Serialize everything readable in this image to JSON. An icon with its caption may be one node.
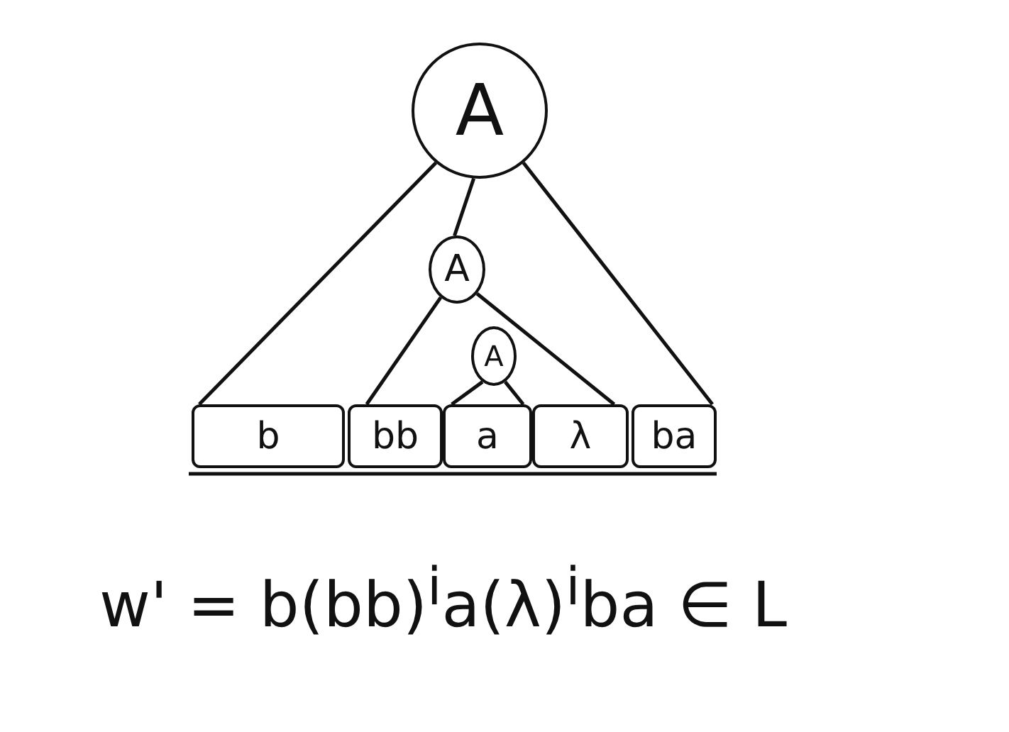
{
  "diagram": {
    "nodes": [
      {
        "text": [
          "A"
        ]
      },
      {
        "text": [
          "A"
        ]
      },
      {
        "text": [
          "A"
        ]
      },
      {
        "text": [
          "b"
        ]
      },
      {
        "text": [
          "bb"
        ]
      },
      {
        "text": [
          "a"
        ]
      },
      {
        "text": [
          "λ"
        ]
      },
      {
        "text": [
          "ba"
        ]
      }
    ],
    "edges": [
      {
        "from": 0,
        "to": 3,
        "arrow": "none"
      },
      {
        "from": 0,
        "to": 7,
        "arrow": "none"
      },
      {
        "from": 0,
        "to": 1,
        "arrow": "none"
      },
      {
        "from": 1,
        "to": 4,
        "arrow": "none"
      },
      {
        "from": 1,
        "to": 6,
        "arrow": "none"
      },
      {
        "from": 2,
        "to": 5,
        "arrow": "none"
      },
      {
        "from": 2,
        "to": 5,
        "arrow": "none"
      }
    ],
    "labels": [
      "w' = b(bb)$^{i}$a(λ)$^{i}$ba ∈ L"
    ]
  }
}
